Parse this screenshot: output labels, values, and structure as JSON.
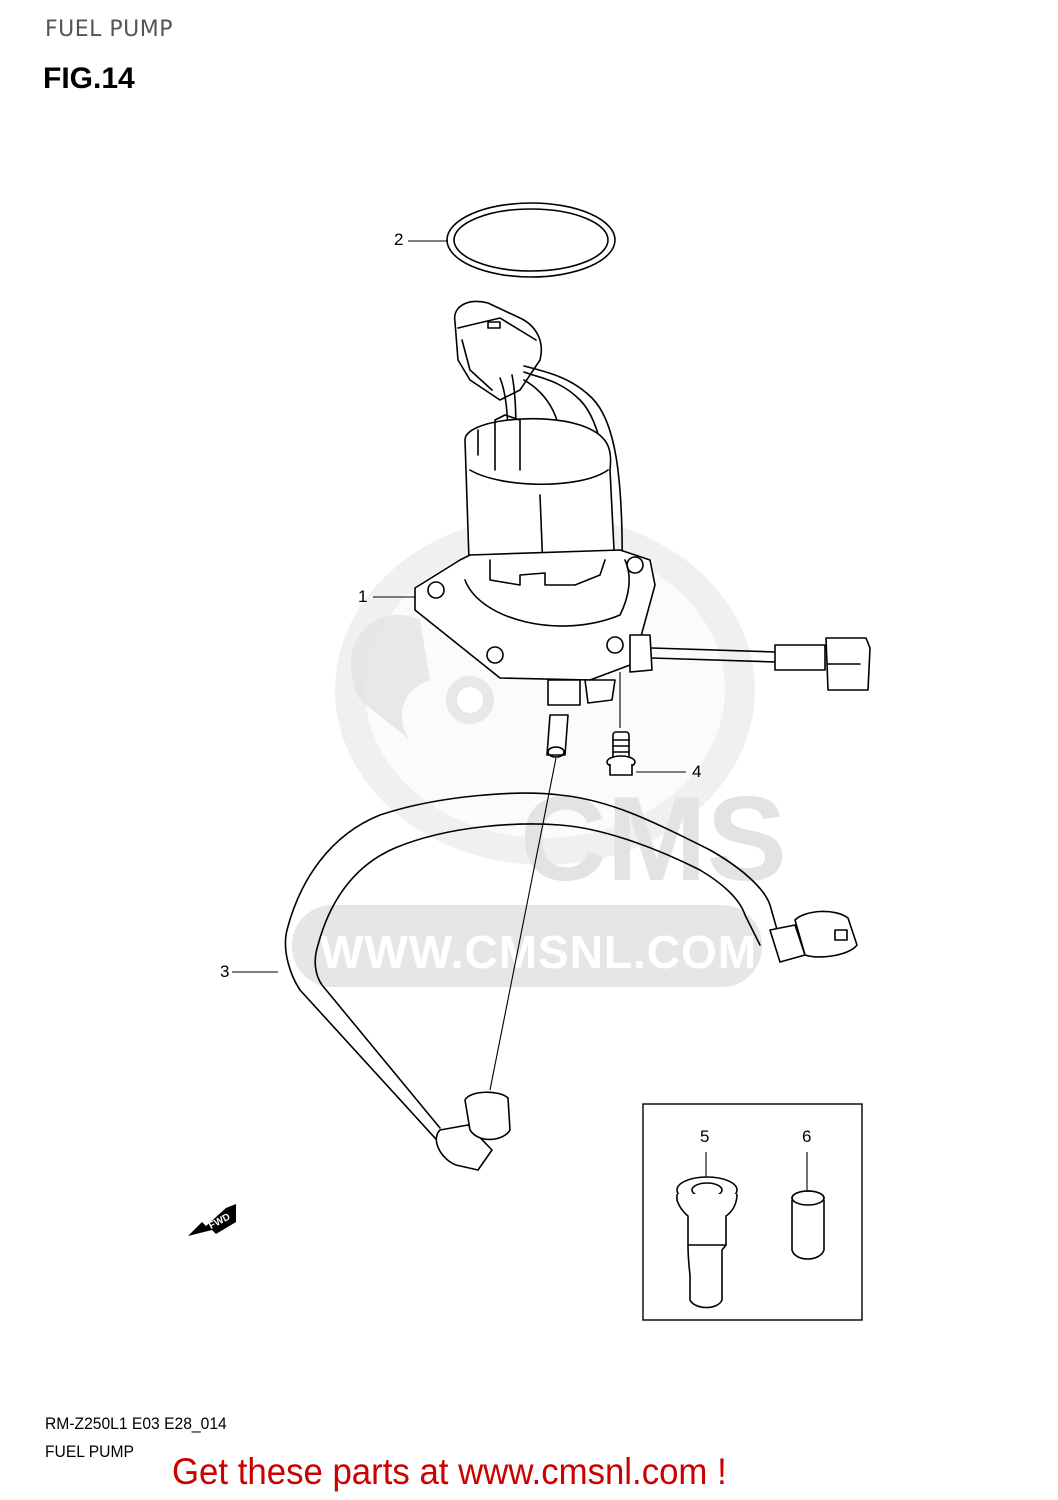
{
  "header": {
    "section_title": "FUEL PUMP",
    "figure_label": "FIG.14"
  },
  "watermark": {
    "logo_text": "CMS",
    "url_text": "WWW.CMSNL.COM",
    "color": "#e3e3e3"
  },
  "callouts": [
    {
      "number": "1",
      "part": "fuel-pump-assembly"
    },
    {
      "number": "2",
      "part": "o-ring"
    },
    {
      "number": "3",
      "part": "fuel-hose"
    },
    {
      "number": "4",
      "part": "bolt"
    },
    {
      "number": "5",
      "part": "plug"
    },
    {
      "number": "6",
      "part": "cap"
    }
  ],
  "direction_indicator": {
    "label": "FWD"
  },
  "footer": {
    "model_code": "RM-Z250L1 E03 E28_014",
    "section_name": "FUEL PUMP",
    "promo_text": "Get these parts at www.cmsnl.com !",
    "promo_color": "#cc0000"
  }
}
